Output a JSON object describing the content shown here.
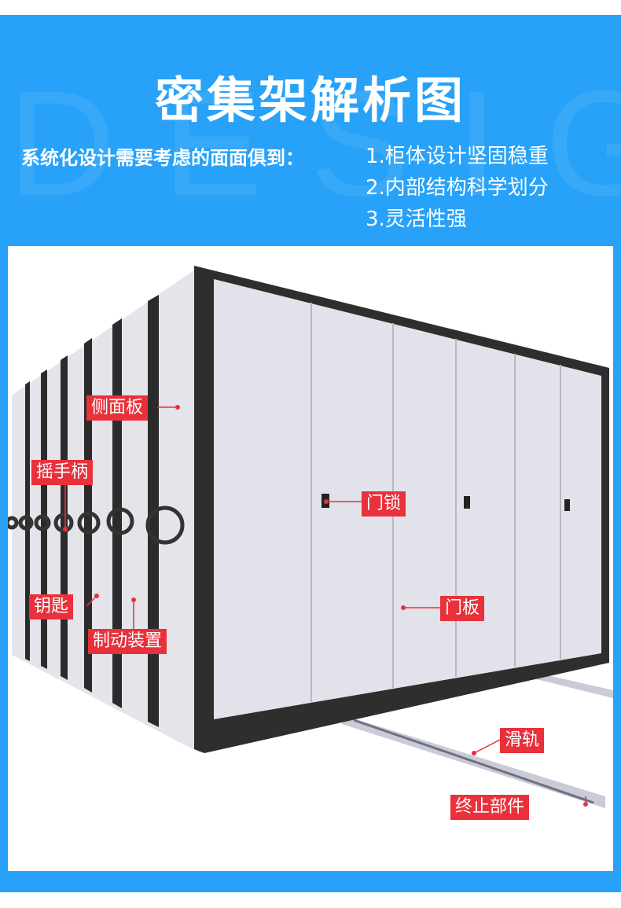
{
  "header": {
    "watermark": "DESIGN",
    "title": "密集架解析图",
    "lead": "系统化设计需要考虑的面面俱到：",
    "points": [
      "1.柜体设计坚固稳重",
      "2.内部结构科学划分",
      "3.灵活性强"
    ]
  },
  "labels": {
    "side_panel": "侧面板",
    "handle": "摇手柄",
    "key": "钥匙",
    "brake": "制动装置",
    "door_lock": "门锁",
    "door_panel": "门板",
    "rail": "滑轨",
    "end_stop": "终止部件"
  },
  "colors": {
    "brand_blue": "#27a2f8",
    "label_red": "#e8313b"
  }
}
